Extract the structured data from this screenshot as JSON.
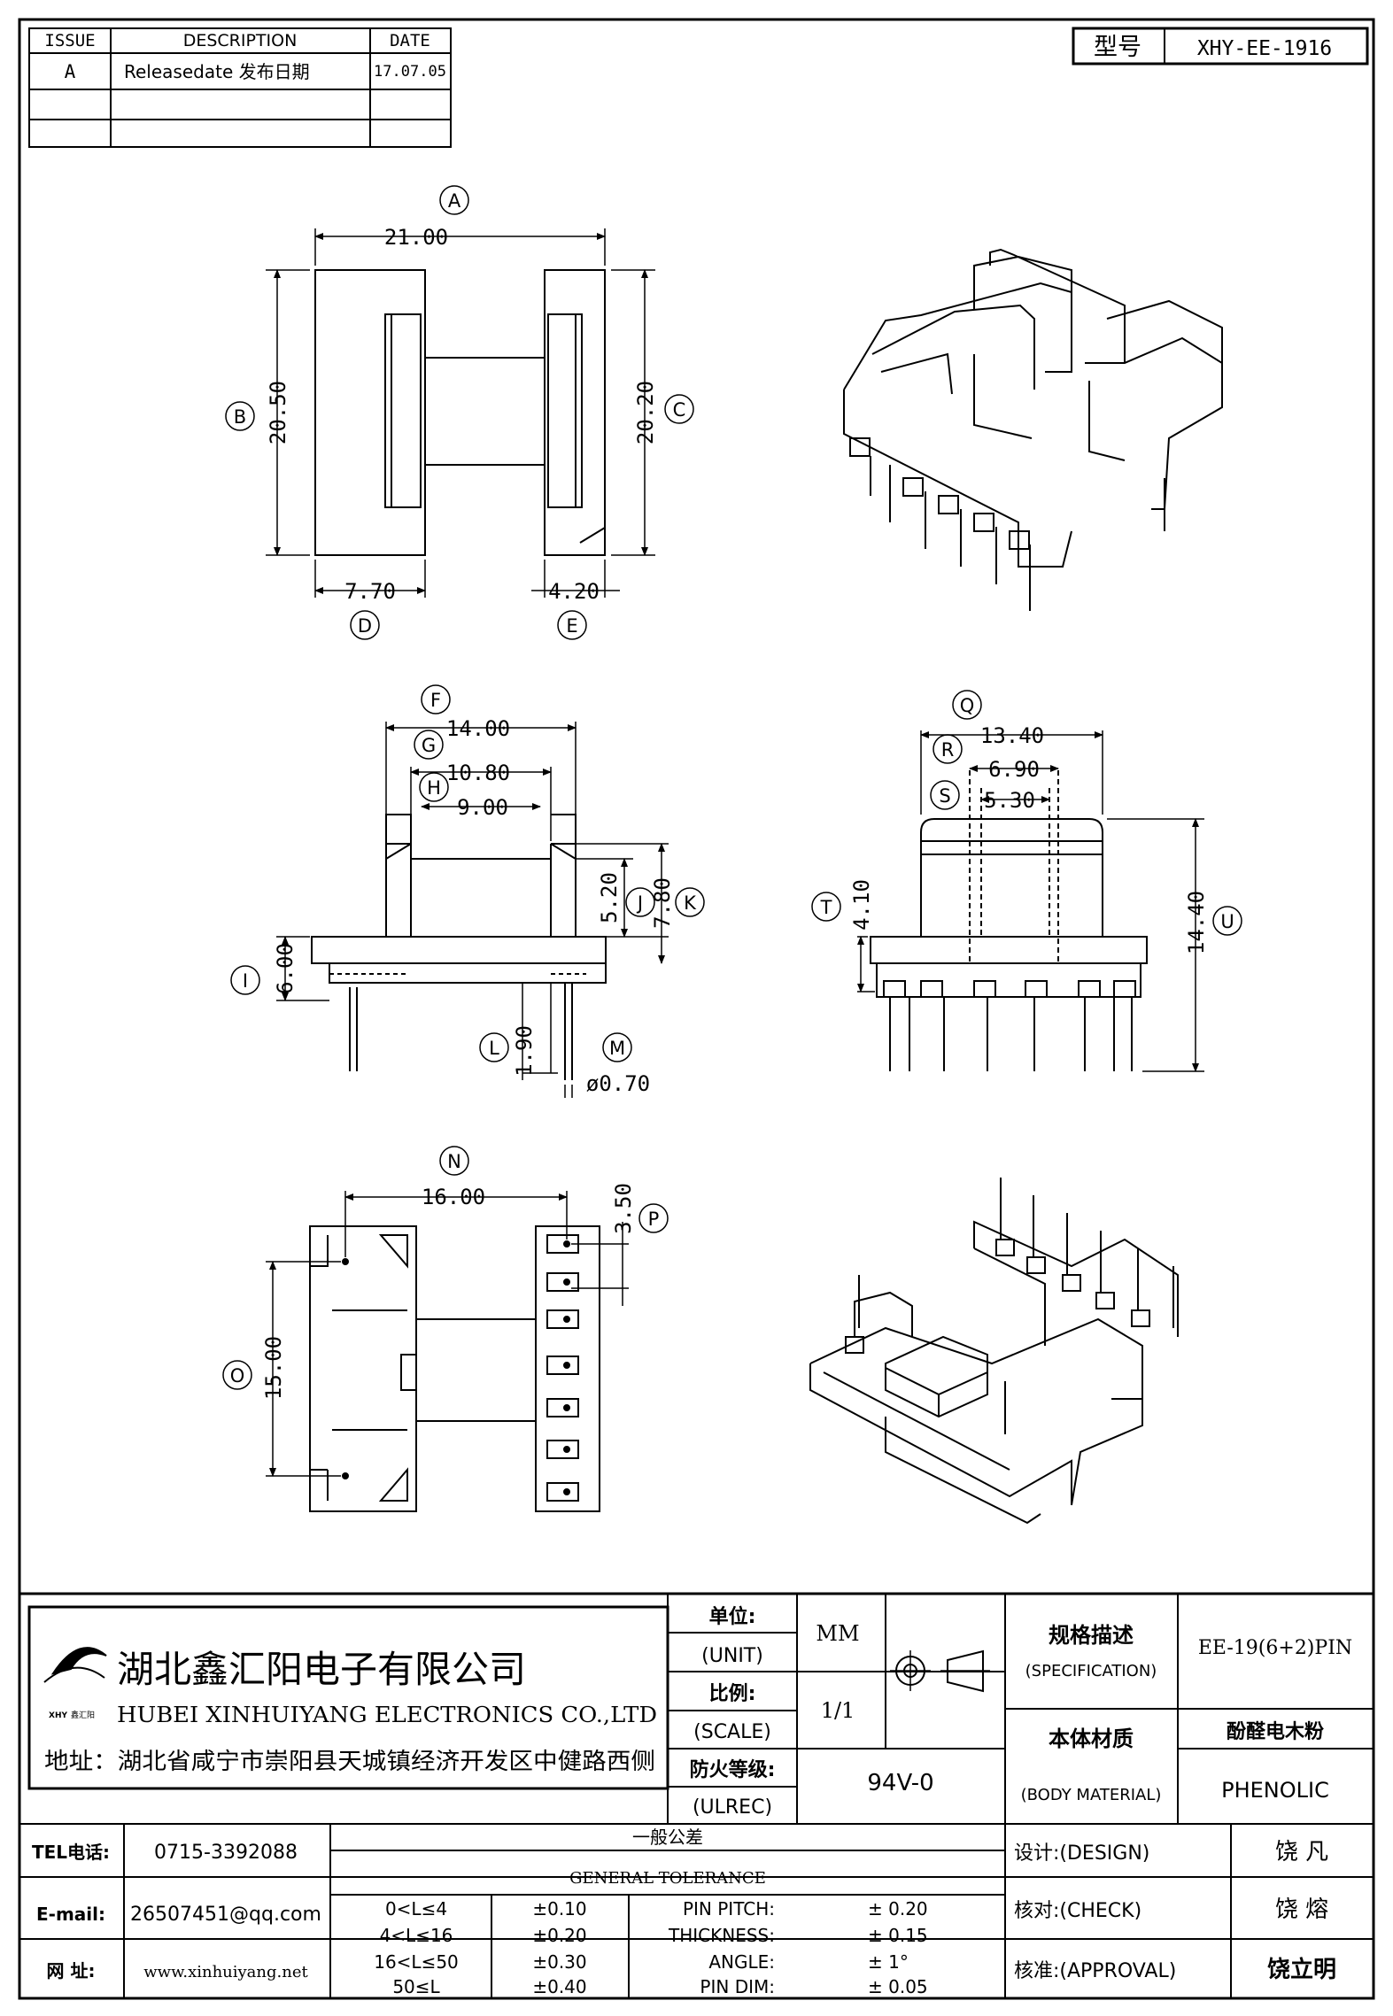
{
  "revision_table": {
    "headers": [
      "ISSUE",
      "DESCRIPTION",
      "DATE"
    ],
    "rows": [
      {
        "issue": "A",
        "description": "Releasedate 发布日期",
        "date": "17.07.05"
      },
      {
        "issue": "",
        "description": "",
        "date": ""
      },
      {
        "issue": "",
        "description": "",
        "date": ""
      }
    ]
  },
  "model": {
    "label": "型号",
    "value": "XHY-EE-1916"
  },
  "dimensions": {
    "A": {
      "letter": "A",
      "value": "21.00"
    },
    "B": {
      "letter": "B",
      "value": "20.50"
    },
    "C": {
      "letter": "C",
      "value": "20.20"
    },
    "D": {
      "letter": "D",
      "value": "7.70"
    },
    "E": {
      "letter": "E",
      "value": "4.20"
    },
    "F": {
      "letter": "F",
      "value": "14.00"
    },
    "G": {
      "letter": "G",
      "value": "10.80"
    },
    "H": {
      "letter": "H",
      "value": "9.00"
    },
    "I": {
      "letter": "I",
      "value": "6.00"
    },
    "J": {
      "letter": "J",
      "value": "5.20"
    },
    "K": {
      "letter": "K",
      "value": "7.80"
    },
    "L": {
      "letter": "L",
      "value": "1.90"
    },
    "M": {
      "letter": "M",
      "value": "ø0.70"
    },
    "N": {
      "letter": "N",
      "value": "16.00"
    },
    "O": {
      "letter": "O",
      "value": "15.00"
    },
    "P": {
      "letter": "P",
      "value": "3.50"
    },
    "Q": {
      "letter": "Q",
      "value": "13.40"
    },
    "R": {
      "letter": "R",
      "value": "6.90"
    },
    "S": {
      "letter": "S",
      "value": "5.30"
    },
    "T": {
      "letter": "T",
      "value": "4.10"
    },
    "U": {
      "letter": "U",
      "value": "14.40"
    }
  },
  "title_block": {
    "company_cn": "湖北鑫汇阳电子有限公司",
    "company_en": "HUBEI XINHUIYANG ELECTRONICS CO.,LTD",
    "logo_text": "XHY",
    "logo_sub": "鑫汇阳",
    "address": "地址：湖北省咸宁市崇阳县天城镇经济开发区中健路西侧",
    "unit_cn": "单位:",
    "unit_en": "(UNIT)",
    "unit_value": "MM",
    "scale_cn": "比例:",
    "scale_en": "(SCALE)",
    "scale_value": "1/1",
    "ulrec_cn": "防火等级:",
    "ulrec_en": "(ULREC)",
    "ulrec_value": "94V-0",
    "spec_cn": "规格描述",
    "spec_en": "(SPECIFICATION)",
    "spec_value": "EE-19(6+2)PIN",
    "material_cn": "本体材质",
    "material_en": "(BODY MATERIAL)",
    "material_value_cn": "酚醛电木粉",
    "material_value_en": "PHENOLIC",
    "tel_label": "TEL电话:",
    "tel": "0715-3392088",
    "email_label": "E-mail:",
    "email": "26507451@qq.com",
    "web_label": "网  址:",
    "web": "www.xinhuiyang.net",
    "tolerance_cn": "一般公差",
    "tolerance_en": "GENERAL TOLERANCE",
    "tolerance_rows": [
      {
        "range": "0<L≤4",
        "tol": "±0.10",
        "item": "PIN PITCH:",
        "val": "±  0.20"
      },
      {
        "range": "4<L≤16",
        "tol": "±0.20",
        "item": "THICKNESS:",
        "val": "±  0.15"
      },
      {
        "range": "16<L≤50",
        "tol": "±0.30",
        "item": "ANGLE:",
        "val": "±  1°"
      },
      {
        "range": "50≤L",
        "tol": "±0.40",
        "item": "PIN DIM:",
        "val": "±  0.05"
      }
    ],
    "design_label": "设计:(DESIGN)",
    "design_name": "饶  凡",
    "check_label": "核对:(CHECK)",
    "check_name": "饶  熔",
    "approval_label": "核准:(APPROVAL)",
    "approval_name": "饶立明"
  }
}
